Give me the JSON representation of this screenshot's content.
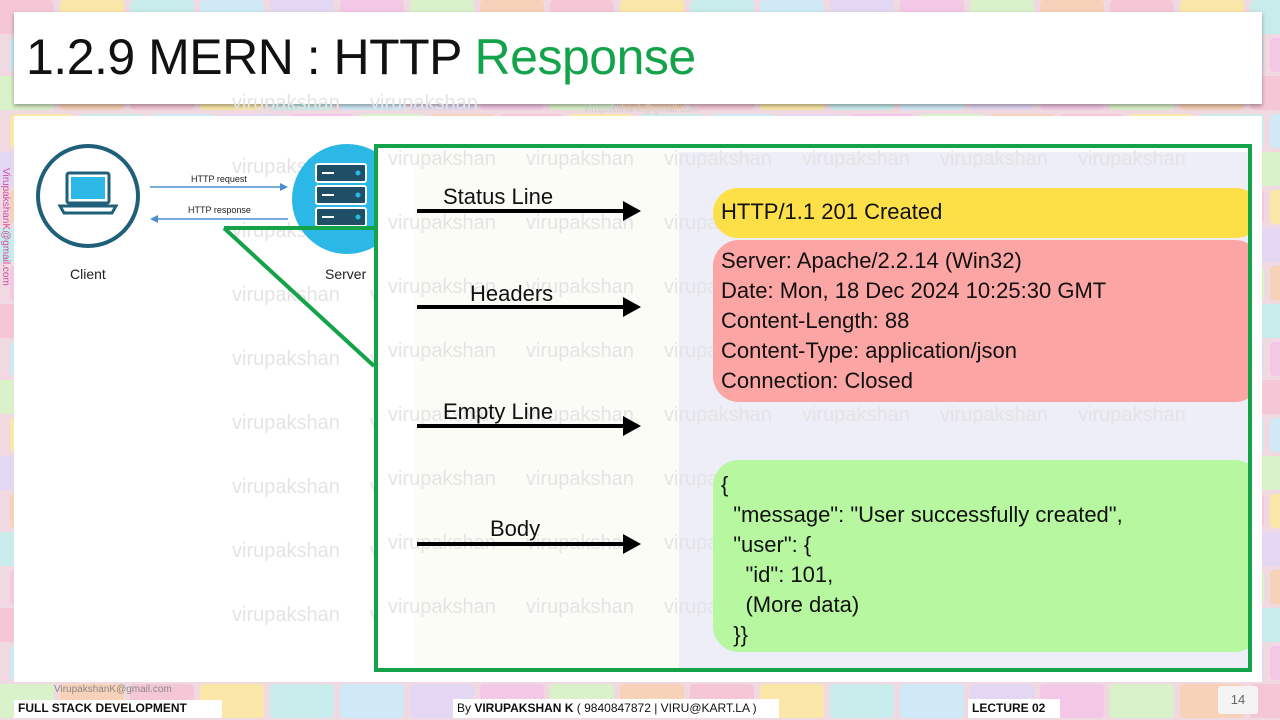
{
  "slide": {
    "title_prefix": "1.2.9 MERN : HTTP ",
    "title_accent": "Response",
    "accent_color": "#13a34a"
  },
  "diagram": {
    "client_label": "Client",
    "server_label": "Server",
    "request_label": "HTTP request",
    "response_label": "HTTP response"
  },
  "response": {
    "labels": {
      "status_line": "Status Line",
      "headers": "Headers",
      "empty_line": "Empty Line",
      "body": "Body"
    },
    "status_line": "HTTP/1.1 201 Created",
    "headers": [
      "Server: Apache/2.2.14 (Win32)",
      "Date: Mon, 18 Dec 2024 10:25:30 GMT",
      "Content-Length: 88",
      "Content-Type: application/json",
      "Connection: Closed"
    ],
    "body": [
      "{",
      "  \"message\": \"User successfully created\",",
      "  \"user\": {",
      "    \"id\": 101,",
      "    (More data)",
      "  }}"
    ]
  },
  "watermark": "virupakshan",
  "emails": {
    "footer": "VirupakshanK@gmail.com",
    "side": "VirupakshanK@gmail.com",
    "top": "virupakshank@gmail.com"
  },
  "footer": {
    "course": "FULL STACK DEVELOPMENT",
    "by_prefix": "By ",
    "author": "VIRUPAKSHAN K",
    "contact": " ( 9840847872 | VIRU@KART.LA )",
    "lecture": "LECTURE 02",
    "page_number": "14"
  },
  "colors": {
    "status": "#fde047",
    "headers": "#fca5a5",
    "body": "#b7f7a0",
    "frame": "#15a34a",
    "server": "#2bb8e6",
    "client_ring": "#1f5f7a"
  }
}
